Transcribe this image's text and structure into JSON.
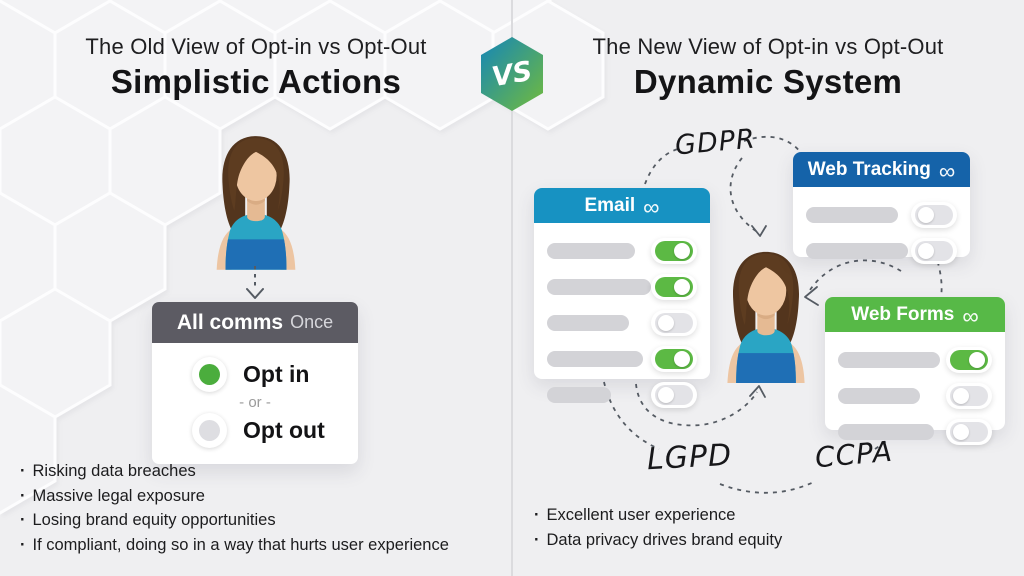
{
  "header": {
    "left_title_top": "The Old View of Opt-in vs Opt-Out",
    "left_title_main": "Simplistic Actions",
    "right_title_top": "The New View of Opt-in vs Opt-Out",
    "right_title_main": "Dynamic System",
    "vs_label": "VS"
  },
  "old_view": {
    "consent_card": {
      "title": "All comms",
      "title_suffix": "Once",
      "opt_in_label": "Opt in",
      "or_separator": "- or -",
      "opt_out_label": "Opt out",
      "opt_in_selected": true,
      "opt_out_selected": false
    },
    "drawbacks": [
      "Risking data breaches",
      "Massive legal exposure",
      "Losing brand equity opportunities",
      "If compliant, doing so in a way that hurts user experience"
    ]
  },
  "new_view": {
    "channel_cards": [
      {
        "title": "Email",
        "infinity_icon": "∞",
        "toggles": [
          true,
          true,
          false,
          true,
          false
        ]
      },
      {
        "title": "Web Tracking",
        "infinity_icon": "∞",
        "toggles": [
          false,
          false
        ]
      },
      {
        "title": "Web Forms",
        "infinity_icon": "∞",
        "toggles": [
          true,
          false,
          false
        ]
      }
    ],
    "regulation_labels": {
      "gdpr": "GDPR",
      "lgpd": "LGPD",
      "ccpa": "CCPA"
    },
    "benefits": [
      "Excellent user experience",
      "Data privacy drives brand equity"
    ]
  },
  "colors": {
    "old_card_header": "#5c5b63",
    "optin_green": "#4bad3d",
    "email_header": "#1792c2",
    "web_tracking_header": "#1563a9",
    "web_forms_header": "#57b947",
    "toggle_on": "#5cb944",
    "vs_gradient_start": "#1486b8",
    "vs_gradient_end": "#72bb3c",
    "arrow_gray": "#555b63"
  }
}
